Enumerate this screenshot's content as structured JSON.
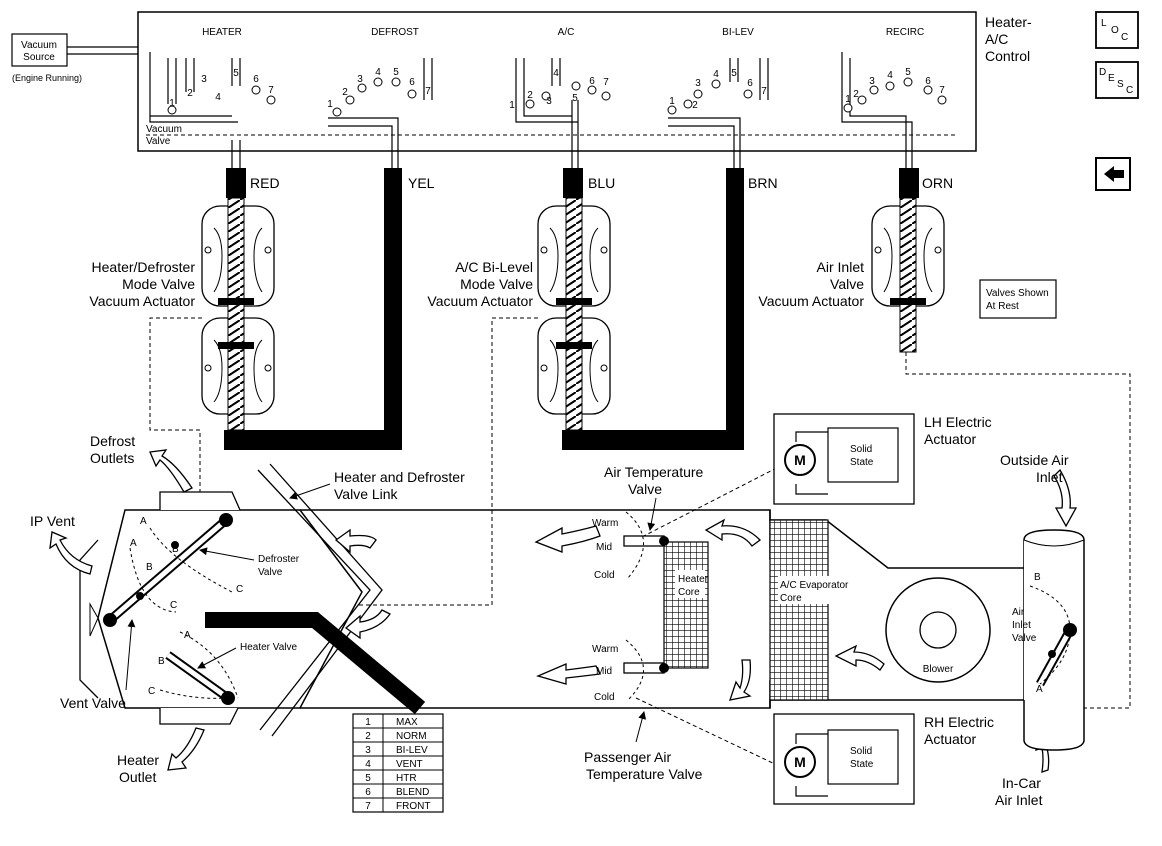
{
  "vacuum_source": {
    "line1": "Vacuum",
    "line2": "Source",
    "note": "(Engine Running)"
  },
  "control": {
    "title_line1": "Heater-",
    "title_line2": "A/C",
    "title_line3": "Control",
    "vacuum_valve_line1": "Vacuum",
    "vacuum_valve_line2": "Valve"
  },
  "modes": [
    {
      "label": "HEATER",
      "ports": [
        "1",
        "2",
        "3",
        "4",
        "5",
        "6",
        "7"
      ]
    },
    {
      "label": "DEFROST",
      "ports": [
        "1",
        "2",
        "3",
        "4",
        "5",
        "6",
        "7"
      ]
    },
    {
      "label": "A/C",
      "ports": [
        "1",
        "2",
        "3",
        "4",
        "5",
        "6",
        "7"
      ]
    },
    {
      "label": "BI-LEV",
      "ports": [
        "1",
        "2",
        "3",
        "4",
        "5",
        "6",
        "7"
      ]
    },
    {
      "label": "RECIRC",
      "ports": [
        "1",
        "2",
        "3",
        "4",
        "5",
        "6",
        "7"
      ]
    }
  ],
  "hoses": {
    "red": "RED",
    "yel": "YEL",
    "blu": "BLU",
    "brn": "BRN",
    "orn": "ORN"
  },
  "actuators": {
    "heater_defroster": [
      "Heater/Defroster",
      "Mode Valve",
      "Vacuum Actuator"
    ],
    "ac_bilevel": [
      "A/C Bi-Level",
      "Mode Valve",
      "Vacuum Actuator"
    ],
    "air_inlet": [
      "Air Inlet",
      "Valve",
      "Vacuum Actuator"
    ]
  },
  "valves_note": [
    "Valves Shown",
    "At Rest"
  ],
  "nav": {
    "loc": [
      "L",
      "O",
      "C"
    ],
    "desc": [
      "D",
      "E",
      "S",
      "C"
    ],
    "back": "←"
  },
  "labels": {
    "defrost_outlets": [
      "Defrost",
      "Outlets"
    ],
    "ip_vent": "IP Vent",
    "heater_defroster_link": [
      "Heater and Defroster",
      "Valve Link"
    ],
    "defroster_valve": [
      "Defroster",
      "Valve"
    ],
    "heater_valve": "Heater Valve",
    "vent_valve": "Vent Valve",
    "heater_outlet": [
      "Heater",
      "Outlet"
    ],
    "air_temp_valve": [
      "Air Temperature",
      "Valve"
    ],
    "passenger_air_temp_valve": [
      "Passenger Air",
      "Temperature Valve"
    ],
    "heater_core": [
      "Heater",
      "Core"
    ],
    "ac_evaporator_core": [
      "A/C Evaporator",
      "Core"
    ],
    "blower": "Blower",
    "air_inlet_valve": [
      "Air",
      "Inlet",
      "Valve"
    ],
    "outside_air_inlet": [
      "Outside Air",
      "Inlet"
    ],
    "in_car_air_inlet": [
      "In-Car",
      "Air Inlet"
    ],
    "lh_actuator": [
      "LH Electric",
      "Actuator"
    ],
    "rh_actuator": [
      "RH Electric",
      "Actuator"
    ],
    "solid_state": [
      "Solid",
      "State"
    ],
    "motor": "M",
    "warm": "Warm",
    "mid": "Mid",
    "cold": "Cold",
    "pos_a": "A",
    "pos_b": "B",
    "pos_c": "C"
  },
  "legend": [
    {
      "num": "1",
      "mode": "MAX"
    },
    {
      "num": "2",
      "mode": "NORM"
    },
    {
      "num": "3",
      "mode": "BI-LEV"
    },
    {
      "num": "4",
      "mode": "VENT"
    },
    {
      "num": "5",
      "mode": "HTR"
    },
    {
      "num": "6",
      "mode": "BLEND"
    },
    {
      "num": "7",
      "mode": "FRONT"
    }
  ]
}
